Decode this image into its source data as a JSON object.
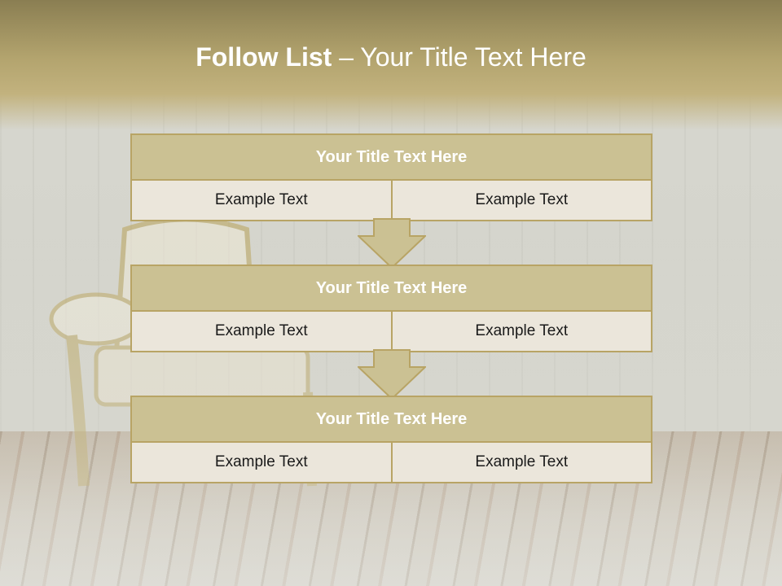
{
  "slide": {
    "title_bold": "Follow List",
    "title_rest": " – Your Title Text Here"
  },
  "blocks": [
    {
      "title": "Your Title Text Here",
      "cells": [
        "Example Text",
        "Example Text"
      ]
    },
    {
      "title": "Your Title Text Here",
      "cells": [
        "Example Text",
        "Example Text"
      ]
    },
    {
      "title": "Your Title Text Here",
      "cells": [
        "Example Text",
        "Example Text"
      ]
    }
  ],
  "colors": {
    "accent_border": "#b8a465",
    "title_fill": "#cbc193",
    "cell_fill": "#ebe6db",
    "top_band": "#b3a46e"
  },
  "icons": [
    "down-arrow-icon",
    "down-arrow-icon"
  ]
}
